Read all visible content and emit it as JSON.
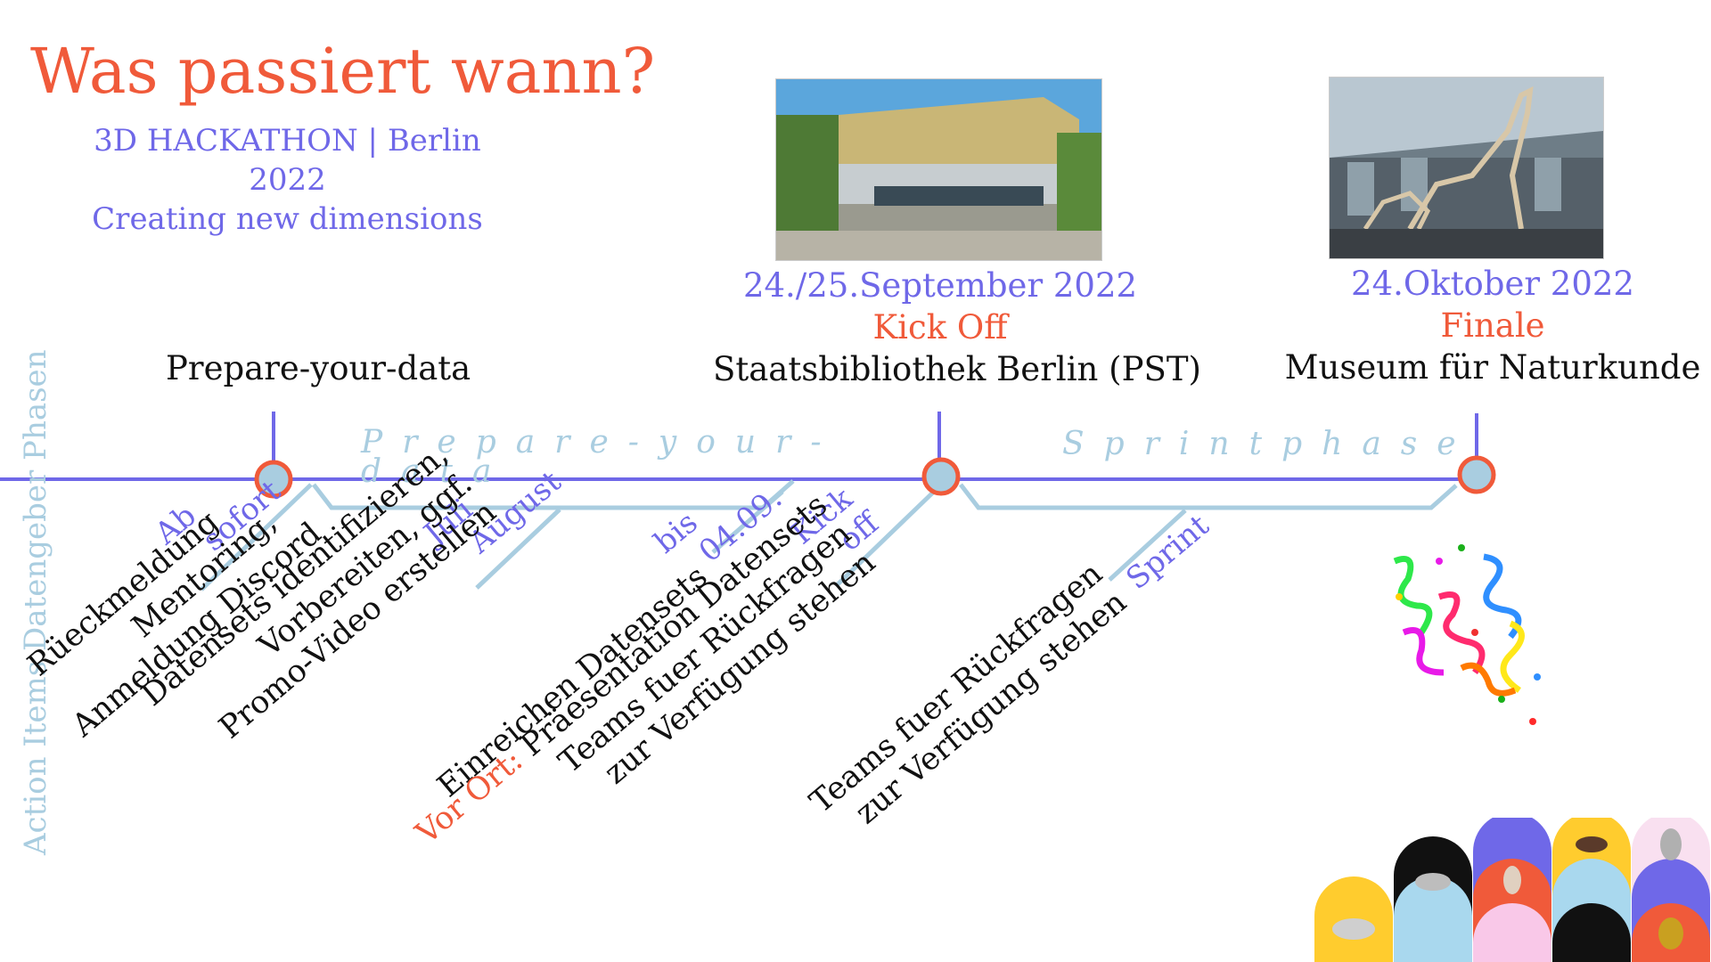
{
  "header": {
    "title": "Was passiert wann?",
    "subtitle_lines": [
      "3D HACKATHON | Berlin",
      "2022",
      "Creating new dimensions"
    ]
  },
  "milestones": [
    {
      "title": "Prepare-your-data"
    },
    {
      "date": "24./25.September 2022",
      "label": "Kick Off",
      "place": "Staatsbibliothek Berlin (PST)"
    },
    {
      "date": "24.Oktober 2022",
      "label": "Finale",
      "place": "Museum für Naturkunde"
    }
  ],
  "phases": {
    "prepare_line1": "Prepare-your-",
    "prepare_line2": "data",
    "sprint": "Sprintphase"
  },
  "side_label": "Action Items Datengeber Phasen",
  "actions": [
    {
      "timing": [
        "Ab",
        "sofort"
      ],
      "lines": [
        "Rüeckmeldung",
        "Mentoring,",
        "Anmeldung Discord"
      ]
    },
    {
      "timing": [
        "Juli",
        "August"
      ],
      "lines": [
        "Datensets identifizieren,",
        "Vorbereiten, ggf.",
        "Promo-Video erstellen"
      ]
    },
    {
      "timing": [
        "bis",
        "04.09."
      ],
      "lines": [
        "Einreichen Datensets"
      ]
    },
    {
      "timing": [
        "Kick",
        "off"
      ],
      "prefix": "Vor Ort:",
      "lines": [
        "Präesentation Datensets",
        "Teams fuer Rückfragen",
        "zur Verfügung stehen"
      ]
    },
    {
      "timing": [
        "Sprint"
      ],
      "lines": [
        "Teams fuer Rückfragen",
        "zur Verfügung stehen"
      ]
    }
  ],
  "colors": {
    "accent": "#f05a3a",
    "violet": "#6f68e8",
    "lightblue": "#a9cde0"
  }
}
